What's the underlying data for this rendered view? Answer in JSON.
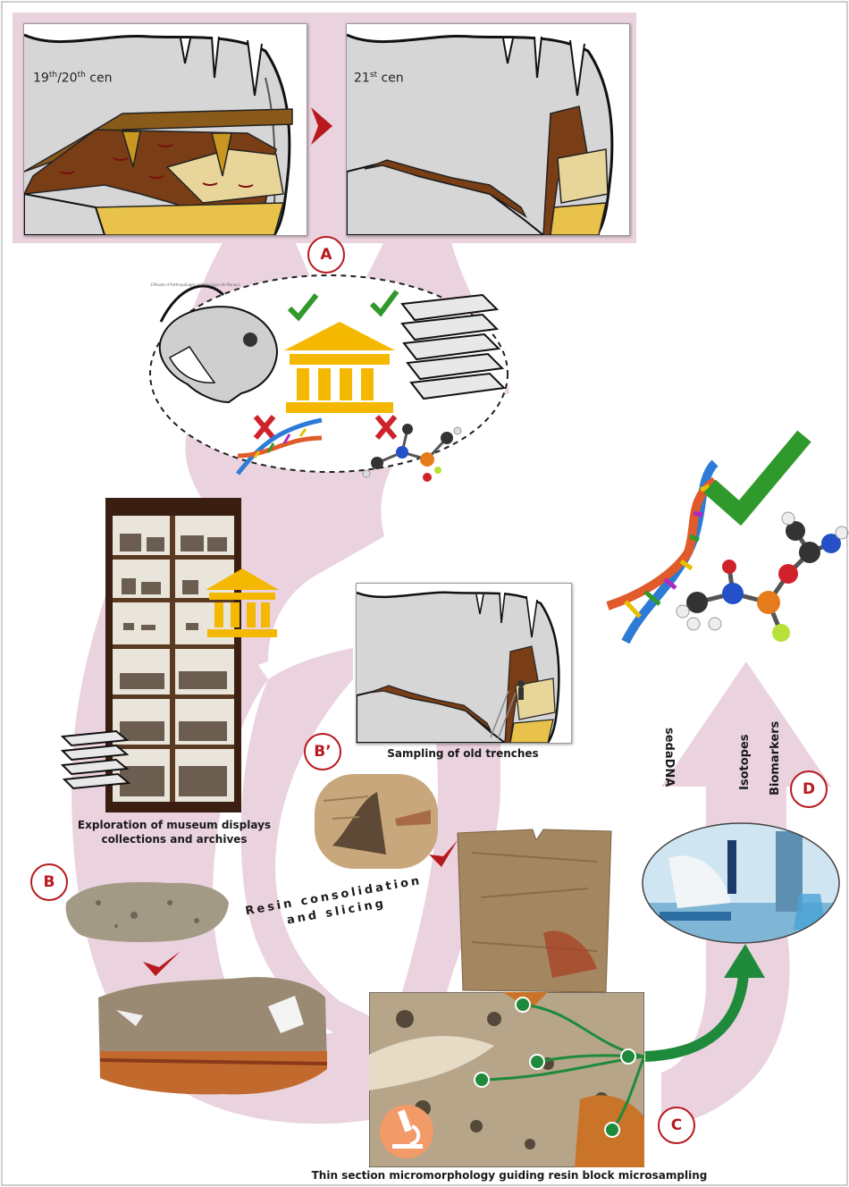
{
  "panels": {
    "era_left_base": "19",
    "era_left_sup1": "th",
    "era_left_mid": "/20",
    "era_left_sup2": "th",
    "era_left_suffix": " cen",
    "era_right_base": "21",
    "era_right_sup": "st",
    "era_right_suffix": " cen"
  },
  "markers": {
    "a": "A",
    "b": "B",
    "b_prime": "B’",
    "c": "C",
    "d": "D"
  },
  "labels": {
    "sampling": "Sampling of old trenches",
    "exploration_line1": "Exploration of museum displays",
    "exploration_line2": "collections and archives",
    "resin_line1": "Resin consolidation",
    "resin_line2": "and slicing",
    "thin_section": "Thin section micromorphology guiding resin block microsampling",
    "sedadna": "sedaDNA",
    "isotopes": "Isotopes",
    "biomarkers": "Biomarkers",
    "museum_credit": "©Musée d'Anthropologie préhistorique de Monaco"
  },
  "colors": {
    "flow_band": "#ead3de",
    "marker_red": "#b8191f",
    "museum_gold": "#f4b800",
    "check_green": "#2f9a2b",
    "cross_red": "#d0222a",
    "arrow_green": "#1f8a3b"
  },
  "icons": [
    "museum-icon",
    "books-icon",
    "dna-icon",
    "molecule-icon",
    "check-icon",
    "cross-icon",
    "microscope-icon",
    "chevron-right-icon"
  ]
}
